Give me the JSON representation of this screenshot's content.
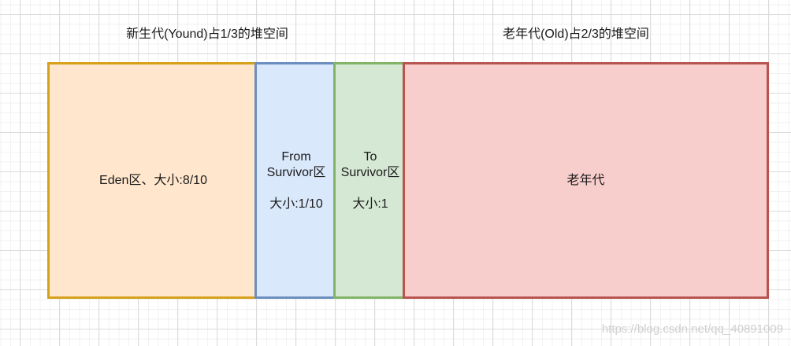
{
  "titles": {
    "young": "新生代(Yound)占1/3的堆空间",
    "old": "老年代(Old)占2/3的堆空间"
  },
  "regions": {
    "eden": {
      "label": "Eden区、大小:8/10",
      "fill": "#ffe6cc",
      "stroke": "#d6a11a"
    },
    "from_survivor": {
      "line1": "From",
      "line2": "Survivor区",
      "size": "大小:1/10",
      "fill": "#dae8fc",
      "stroke": "#6c8ebf"
    },
    "to_survivor": {
      "line1": "To",
      "line2": "Survivor区",
      "size": "大小:1",
      "fill": "#d5e8d4",
      "stroke": "#82b366"
    },
    "old_gen": {
      "label": "老年代",
      "fill": "#f8cecc",
      "stroke": "#b85450"
    }
  },
  "watermark": "https://blog.csdn.net/qq_40891009"
}
